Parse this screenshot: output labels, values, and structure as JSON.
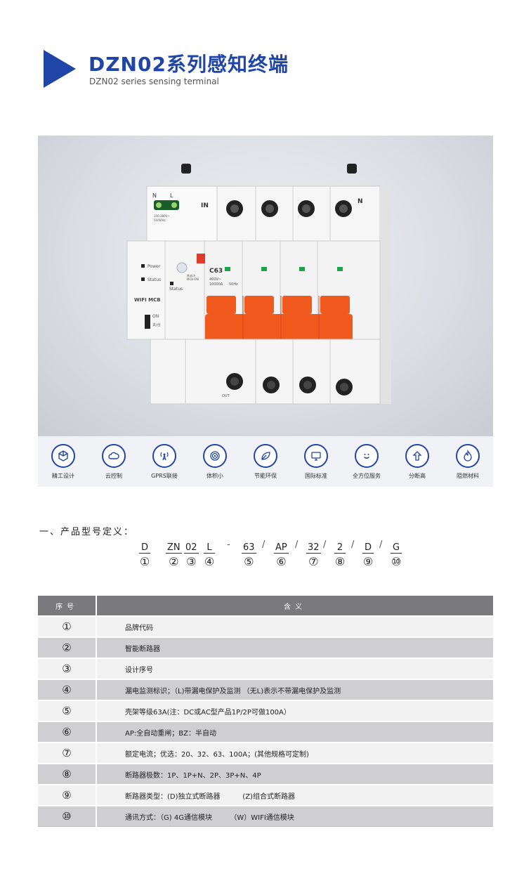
{
  "header": {
    "title": "DZN02系列感知终端",
    "subtitle": "DZN02 series sensing terminal"
  },
  "product": {
    "device_labels": {
      "n": "N",
      "l": "L",
      "in": "IN",
      "n_right": "N",
      "power": "Power",
      "status": "Status",
      "status2": "Status",
      "match": "Match",
      "mcb_on": "MCB-ON",
      "wifi": "WIFI MCB",
      "on": "ON",
      "off": "关/合",
      "model": "C63",
      "voltage": "400V~",
      "current": "10000A",
      "freq": "50Hz",
      "out": "OUT",
      "supply": "100-280V~",
      "supply_freq": "50/60Hz"
    }
  },
  "features": [
    {
      "label": "精工设计",
      "icon": "cube-icon"
    },
    {
      "label": "云控制",
      "icon": "cloud-icon"
    },
    {
      "label": "GPRS联接",
      "icon": "antenna-icon"
    },
    {
      "label": "体积小",
      "icon": "target-icon"
    },
    {
      "label": "节能环保",
      "icon": "leaf-icon"
    },
    {
      "label": "国际标准",
      "icon": "monitor-icon"
    },
    {
      "label": "全方位服务",
      "icon": "smile-icon"
    },
    {
      "label": "分断高",
      "icon": "arrow-up-icon"
    },
    {
      "label": "阻燃材料",
      "icon": "flame-icon"
    }
  ],
  "model_code": {
    "section_title": "一、产品型号定义：",
    "segments": [
      {
        "text": "D",
        "num": "①"
      },
      {
        "text": "ZN",
        "num": "②"
      },
      {
        "text": "02",
        "num": "③"
      },
      {
        "text": "L",
        "num": "④"
      },
      {
        "text": "63",
        "num": "⑤"
      },
      {
        "text": "AP",
        "num": "⑥"
      },
      {
        "text": "32",
        "num": "⑦"
      },
      {
        "text": "2",
        "num": "⑧"
      },
      {
        "text": "D",
        "num": "⑨"
      },
      {
        "text": "G",
        "num": "⑩"
      }
    ],
    "separators": [
      "-",
      "/",
      "/",
      "/",
      "/",
      "/"
    ]
  },
  "table": {
    "headers": [
      "序号",
      "含义"
    ],
    "rows": [
      {
        "idx": "①",
        "desc": "品牌代码"
      },
      {
        "idx": "②",
        "desc": "智能断路器"
      },
      {
        "idx": "③",
        "desc": "设计序号"
      },
      {
        "idx": "④",
        "desc": "漏电监测标识；（L)带漏电保护及监测 （无L)表示不带漏电保护及监测"
      },
      {
        "idx": "⑤",
        "desc": "壳架等级63A(注：DC或AC型产品1P/2P可做100A）"
      },
      {
        "idx": "⑥",
        "desc": "AP:全自动重闸；BZ：半自动"
      },
      {
        "idx": "⑦",
        "desc": "额定电流；优选：20、32、63、100A；(其他规格可定制)"
      },
      {
        "idx": "⑧",
        "desc": "断路器极数：1P、1P+N、2P、3P+N、4P"
      },
      {
        "idx": "⑨",
        "desc": "断路器类型：(D)独立式断路器          (Z)组合式断路器"
      },
      {
        "idx": "⑩",
        "desc": "通讯方式：（G) 4G通信模块        （W）WIFI通信模块"
      }
    ]
  },
  "colors": {
    "brand_blue": "#1f45a8",
    "handle_orange": "#f05a1e",
    "table_header": "#7a7a7c"
  }
}
